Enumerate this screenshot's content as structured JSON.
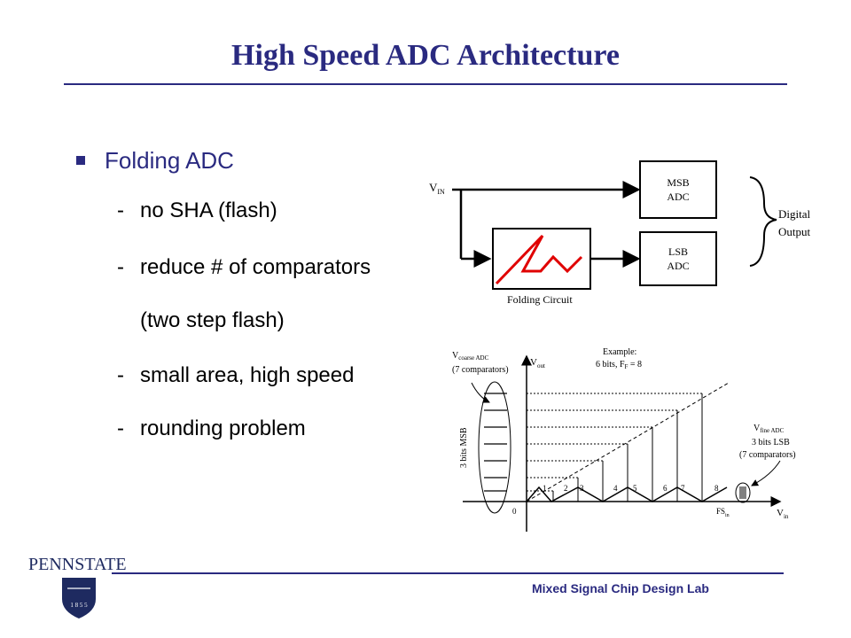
{
  "title": "High Speed ADC Architecture",
  "bullet": "Folding ADC",
  "subpoints": {
    "p1": "no SHA (flash)",
    "p2": "reduce # of comparators",
    "p2b": "(two step flash)",
    "p3": "small area, high speed",
    "p4": "rounding problem"
  },
  "block": {
    "vin": "V",
    "vin_sub": "IN",
    "msb1": "MSB",
    "msb2": "ADC",
    "lsb1": "LSB",
    "lsb2": "ADC",
    "folding": "Folding Circuit",
    "out1": "Digital",
    "out2": "Output"
  },
  "plot": {
    "coarse1": "V",
    "coarse1_sub": "coarse ADC",
    "coarse2": "(7 comparators)",
    "msb_label": "3 bits MSB",
    "vout": "V",
    "vout_sub": "out",
    "ex1": "Example:",
    "ex2": "6 bits, F",
    "ex2_sub": "F",
    "ex2_end": " = 8",
    "fine1": "V",
    "fine1_sub": "fine ADC",
    "fine2": "3 bits LSB",
    "fine3": "(7 comparators)",
    "zero": "0",
    "fs": "FS",
    "fs_sub": "in",
    "vin": "V",
    "vin_sub": "in",
    "nums": [
      "1",
      "2",
      "3",
      "4",
      "5",
      "6",
      "7",
      "8"
    ]
  },
  "footer": "Mixed Signal Chip Design Lab",
  "logo": "PENNSTATE",
  "logo_year": "1 8 5 5"
}
